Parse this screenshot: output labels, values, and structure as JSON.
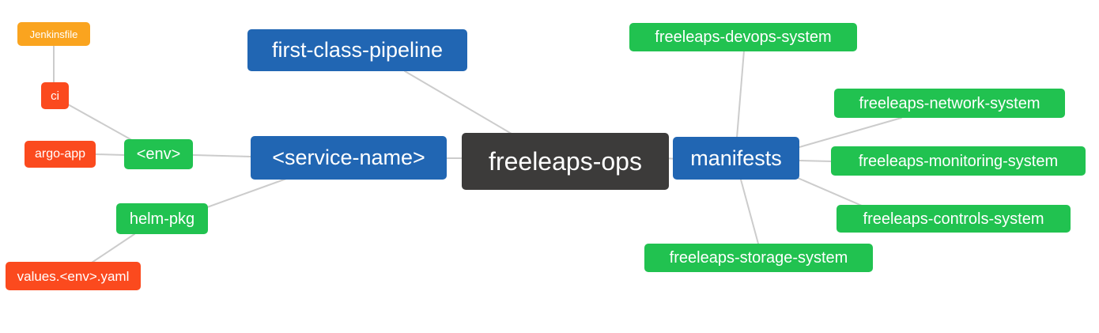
{
  "colors": {
    "blue": "#2166b3",
    "green": "#21c250",
    "orange_red": "#fb4a1e",
    "amber": "#faa41f",
    "dark": "#3c3b3a",
    "edge": "#cccccc",
    "text": "#ffffff"
  },
  "nodes": {
    "freeleaps_ops": {
      "label": "freeleaps-ops"
    },
    "first_class_pipeline": {
      "label": "first-class-pipeline"
    },
    "service_name": {
      "label": "<service-name>"
    },
    "manifests": {
      "label": "manifests"
    },
    "env": {
      "label": "<env>"
    },
    "helm_pkg": {
      "label": "helm-pkg"
    },
    "ci": {
      "label": "ci"
    },
    "argo_app": {
      "label": "argo-app"
    },
    "jenkinsfile": {
      "label": "Jenkinsfile"
    },
    "values_env_yaml": {
      "label": "values.<env>.yaml"
    },
    "devops_system": {
      "label": "freeleaps-devops-system"
    },
    "network_system": {
      "label": "freeleaps-network-system"
    },
    "monitoring_system": {
      "label": "freeleaps-monitoring-system"
    },
    "controls_system": {
      "label": "freeleaps-controls-system"
    },
    "storage_system": {
      "label": "freeleaps-storage-system"
    }
  },
  "edges": [
    {
      "from": "freeleaps-ops",
      "to": "first-class-pipeline"
    },
    {
      "from": "freeleaps-ops",
      "to": "<service-name>"
    },
    {
      "from": "freeleaps-ops",
      "to": "manifests"
    },
    {
      "from": "<service-name>",
      "to": "<env>"
    },
    {
      "from": "<service-name>",
      "to": "helm-pkg"
    },
    {
      "from": "<env>",
      "to": "ci"
    },
    {
      "from": "<env>",
      "to": "argo-app"
    },
    {
      "from": "ci",
      "to": "Jenkinsfile"
    },
    {
      "from": "helm-pkg",
      "to": "values.<env>.yaml"
    },
    {
      "from": "manifests",
      "to": "freeleaps-devops-system"
    },
    {
      "from": "manifests",
      "to": "freeleaps-network-system"
    },
    {
      "from": "manifests",
      "to": "freeleaps-monitoring-system"
    },
    {
      "from": "manifests",
      "to": "freeleaps-controls-system"
    },
    {
      "from": "manifests",
      "to": "freeleaps-storage-system"
    }
  ]
}
